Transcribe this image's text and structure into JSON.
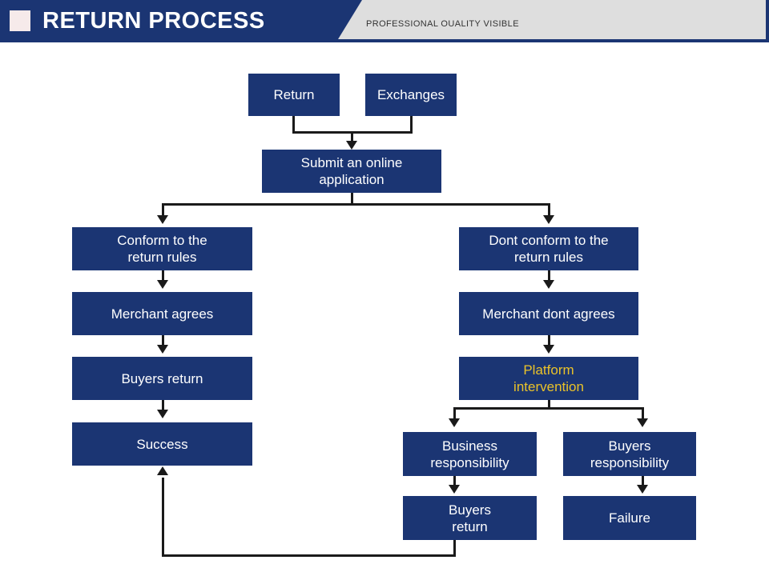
{
  "header": {
    "title": "RETURN PROCESS",
    "subtitle": "PROFESSIONAL OUALITY VISIBLE",
    "logo_icon": "square-logo-icon",
    "bar_color": "#1b3573",
    "panel_color": "#dedede",
    "logo_color": "#f6eaea"
  },
  "theme": {
    "node_fill": "#1b3573",
    "node_text": "#ffffff",
    "accent_text": "#eac229",
    "connector": "#1a1a1a",
    "background": "#ffffff"
  },
  "diagram": {
    "type": "flowchart",
    "nodes": [
      {
        "id": "return",
        "label": "Return",
        "accent": false
      },
      {
        "id": "exchanges",
        "label": "Exchanges",
        "accent": false
      },
      {
        "id": "submit",
        "label": "Submit an online\napplication",
        "accent": false
      },
      {
        "id": "conform",
        "label": "Conform to the\nreturn rules",
        "accent": false
      },
      {
        "id": "dont-conform",
        "label": "Dont conform to the\nreturn rules",
        "accent": false
      },
      {
        "id": "merchant-agrees",
        "label": "Merchant agrees",
        "accent": false
      },
      {
        "id": "merchant-dont",
        "label": "Merchant dont agrees",
        "accent": false
      },
      {
        "id": "buyers-return-left",
        "label": "Buyers return",
        "accent": false
      },
      {
        "id": "platform",
        "label": "Platform\nintervention",
        "accent": true
      },
      {
        "id": "success",
        "label": "Success",
        "accent": false
      },
      {
        "id": "business-resp",
        "label": "Business\nresponsibility",
        "accent": false
      },
      {
        "id": "buyers-resp",
        "label": "Buyers\nresponsibility",
        "accent": false
      },
      {
        "id": "buyers-return-br",
        "label": "Buyers\nreturn",
        "accent": false
      },
      {
        "id": "failure",
        "label": "Failure",
        "accent": false
      }
    ],
    "edges": [
      {
        "from": "return",
        "to": "submit"
      },
      {
        "from": "exchanges",
        "to": "submit"
      },
      {
        "from": "submit",
        "to": "conform"
      },
      {
        "from": "submit",
        "to": "dont-conform"
      },
      {
        "from": "conform",
        "to": "merchant-agrees"
      },
      {
        "from": "merchant-agrees",
        "to": "buyers-return-left"
      },
      {
        "from": "buyers-return-left",
        "to": "success"
      },
      {
        "from": "dont-conform",
        "to": "merchant-dont"
      },
      {
        "from": "merchant-dont",
        "to": "platform"
      },
      {
        "from": "platform",
        "to": "business-resp"
      },
      {
        "from": "platform",
        "to": "buyers-resp"
      },
      {
        "from": "business-resp",
        "to": "buyers-return-br"
      },
      {
        "from": "buyers-resp",
        "to": "failure"
      },
      {
        "from": "buyers-return-br",
        "to": "success"
      }
    ]
  }
}
